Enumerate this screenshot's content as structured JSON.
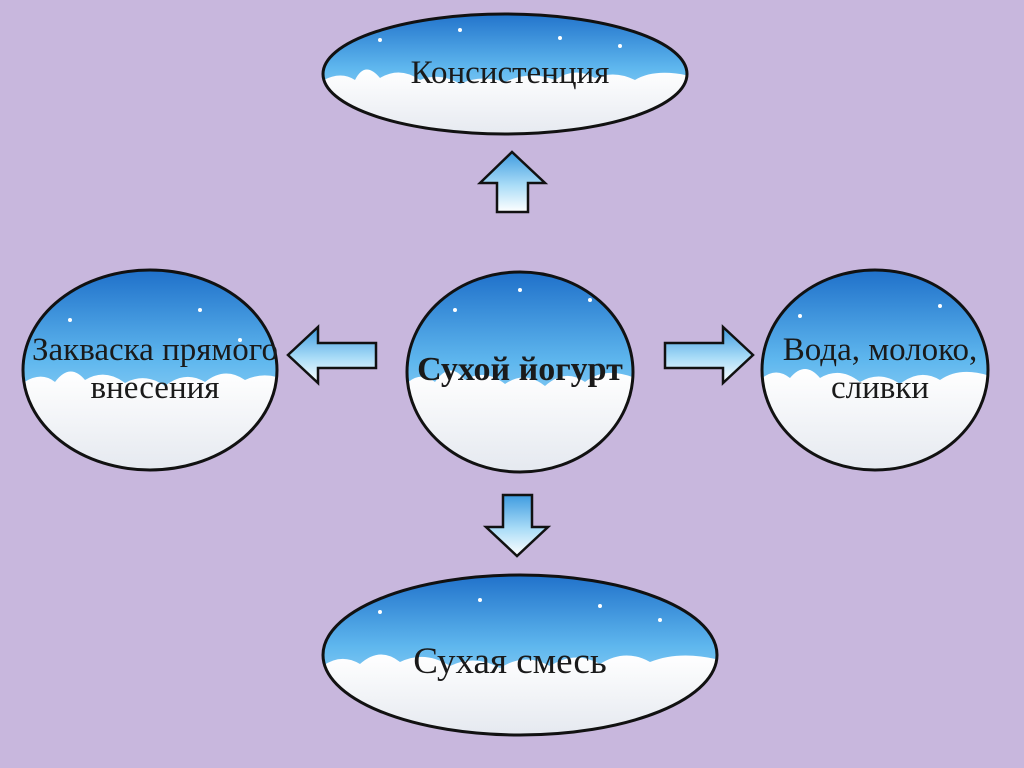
{
  "diagram": {
    "center": {
      "label": "Сухой йогурт"
    },
    "top": {
      "label": "Консистенция"
    },
    "left": {
      "label": "Закваска прямого внесения"
    },
    "right": {
      "label": "Вода, молоко, сливки"
    },
    "bottom": {
      "label": "Сухая смесь"
    }
  },
  "colors": {
    "background": "#c8b7dd",
    "sky_top": "#1e6fc9",
    "sky_light": "#bfe6fb",
    "milk": "#f7f8fa",
    "outline": "#111111"
  }
}
